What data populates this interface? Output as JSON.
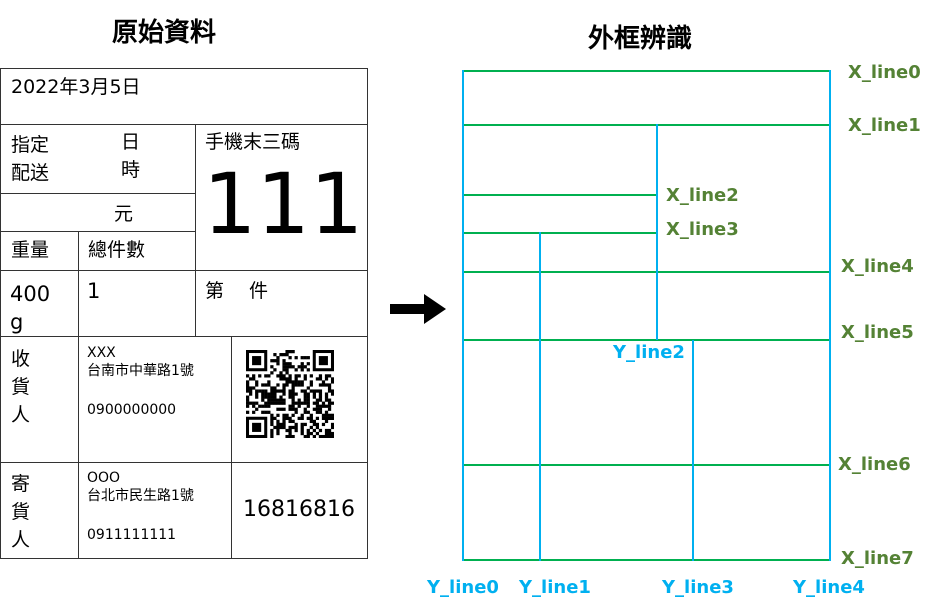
{
  "left_title": "原始資料",
  "right_title": "外框辨識",
  "label": {
    "date": "2022年3月5日",
    "designated": "指定\n配送",
    "day": "日",
    "hour": "時",
    "yuan": "元",
    "phone_label": "手機末三碼",
    "phone_value": "111",
    "weight_label": "重量",
    "count_label": "總件數",
    "weight_value": "400\ng",
    "count_value": "1",
    "piece": "第　 件",
    "receiver_label": "收\n貨\n人",
    "receiver_name": "XXX",
    "receiver_address": "台南市中華路1號",
    "receiver_phone": "0900000000",
    "sender_label": "寄\n貨\n人",
    "sender_name": "OOO",
    "sender_address": "台北市民生路1號",
    "sender_phone": "0911111111",
    "tracking_number": "16816816"
  },
  "x_lines": [
    "X_line0",
    "X_line1",
    "X_line2",
    "X_line3",
    "X_line4",
    "X_line5",
    "X_line6",
    "X_line7"
  ],
  "y_lines": [
    "Y_line0",
    "Y_line1",
    "Y_line2",
    "Y_line3",
    "Y_line4"
  ],
  "colors": {
    "x_line": "#00b050",
    "x_label": "#548235",
    "y_line": "#00b0f0"
  }
}
